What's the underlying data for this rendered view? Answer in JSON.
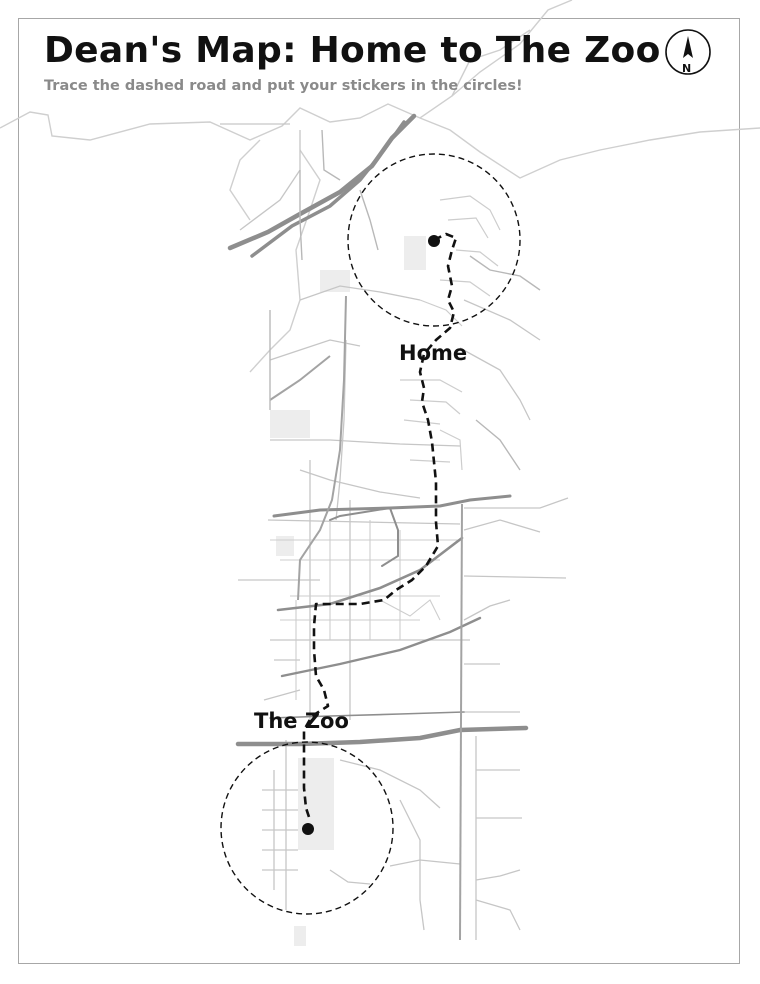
{
  "header": {
    "title": "Dean's Map:  Home to The Zoo",
    "subtitle": "Trace the dashed road and put your stickers in the circles!"
  },
  "places": [
    {
      "label": "Home"
    },
    {
      "label": "The Zoo"
    }
  ],
  "compass": {
    "letter": "N",
    "icon": "north-arrow-icon"
  },
  "colors": {
    "route": "#111111",
    "major_road": "#8e8e8e",
    "minor_road": "#c8c8c8",
    "river": "#d0d0d0",
    "park": "#efefef"
  }
}
